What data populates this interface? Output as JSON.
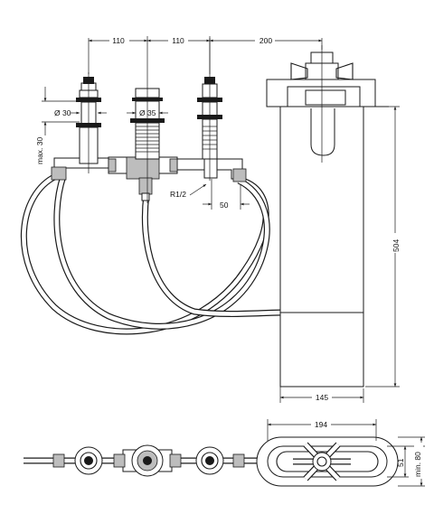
{
  "dimensions": {
    "spacing_left": "110",
    "spacing_right": "110",
    "spout_offset": "200",
    "diameter_small": "Ø 30",
    "diameter_large": "Ø 35",
    "max_height": "max. 30",
    "thread": "R1/2",
    "offset_50": "50",
    "spout_height": "504",
    "spout_width": "145",
    "plate_length": "194",
    "plate_height": "51",
    "min_height": "min. 80"
  },
  "colors": {
    "line": "#1a1a1a",
    "background": "#ffffff"
  }
}
